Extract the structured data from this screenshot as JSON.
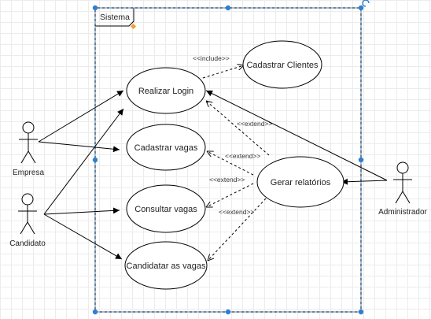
{
  "system": {
    "title": "Sistema"
  },
  "actors": [
    {
      "id": "empresa",
      "label": "Empresa"
    },
    {
      "id": "candidato",
      "label": "Candidato"
    },
    {
      "id": "administrador",
      "label": "Administrador"
    }
  ],
  "use_cases": [
    {
      "id": "realizar_login",
      "label": "Realizar Login"
    },
    {
      "id": "cadastrar_clientes",
      "label": "Cadastrar Clientes"
    },
    {
      "id": "cadastrar_vagas",
      "label": "Cadastrar vagas"
    },
    {
      "id": "consultar_vagas",
      "label": "Consultar vagas"
    },
    {
      "id": "candidatar_vagas",
      "label": "Candidatar as vagas"
    },
    {
      "id": "gerar_relatorios",
      "label": "Gerar relatórios"
    }
  ],
  "relations": [
    {
      "id": "include_clientes",
      "stereotype": "<<include>>"
    },
    {
      "id": "extend_login",
      "stereotype": "<<extend>>"
    },
    {
      "id": "extend_cadastrar",
      "stereotype": "<<extend>>"
    },
    {
      "id": "extend_consultar",
      "stereotype": "<<extend>>"
    },
    {
      "id": "extend_candidatar",
      "stereotype": "<<extend>>"
    }
  ],
  "colors": {
    "line": "#000000",
    "selection": "#3a87d6",
    "handle": "#2f7fd1",
    "anchor": "#f0a030"
  }
}
